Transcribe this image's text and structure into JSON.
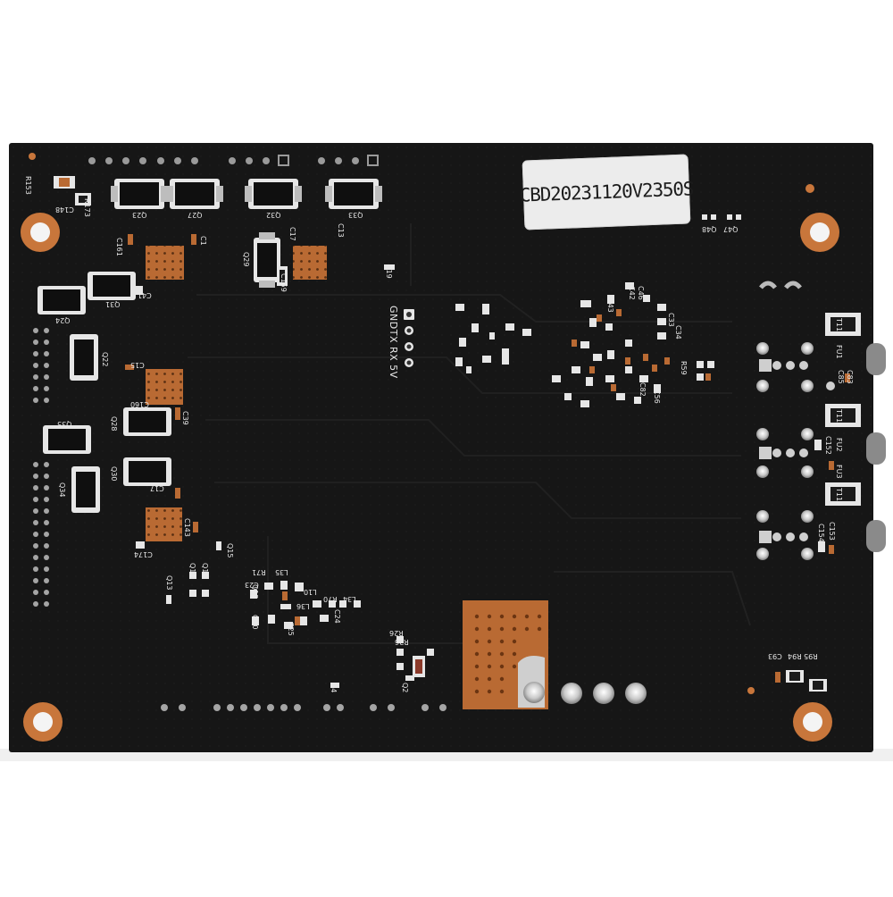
{
  "photo": {
    "subject": "pcb-board-back-side",
    "colors": {
      "board": "#161616",
      "copper": "#b96a33",
      "silkscreen": "#e8e8e8",
      "background": "#ffffff",
      "sticker": "#ececec"
    }
  },
  "sticker_text": "CBD20231120V2350S",
  "header_label": "GNDTX RX 5V",
  "silkscreen_labels": [
    "R153",
    "R173",
    "C148",
    "Q23",
    "Q27",
    "Q32",
    "Q33",
    "C161",
    "C1",
    "C17",
    "C13",
    "Q29",
    "C159",
    "R19",
    "Q31",
    "C41",
    "Q24",
    "Q22",
    "C15",
    "C160",
    "Q28",
    "C39",
    "Q35",
    "Q30",
    "Q34",
    "C17",
    "C143",
    "C174",
    "Q15",
    "Q11",
    "Q14",
    "Q13",
    "Q12",
    "Q10",
    "L35",
    "L36",
    "L10",
    "R71",
    "C23",
    "C25",
    "R70",
    "L34",
    "C24",
    "R26",
    "R26",
    "Q2",
    "Q4",
    "C93",
    "R94",
    "R95",
    "FU1",
    "FU2",
    "FU3",
    "T110",
    "T110",
    "T110",
    "C83",
    "C85",
    "C152",
    "C153",
    "C154",
    "Q47",
    "Q48",
    "C42",
    "C46",
    "C43",
    "C33",
    "C34",
    "C56",
    "C82",
    "R59"
  ]
}
